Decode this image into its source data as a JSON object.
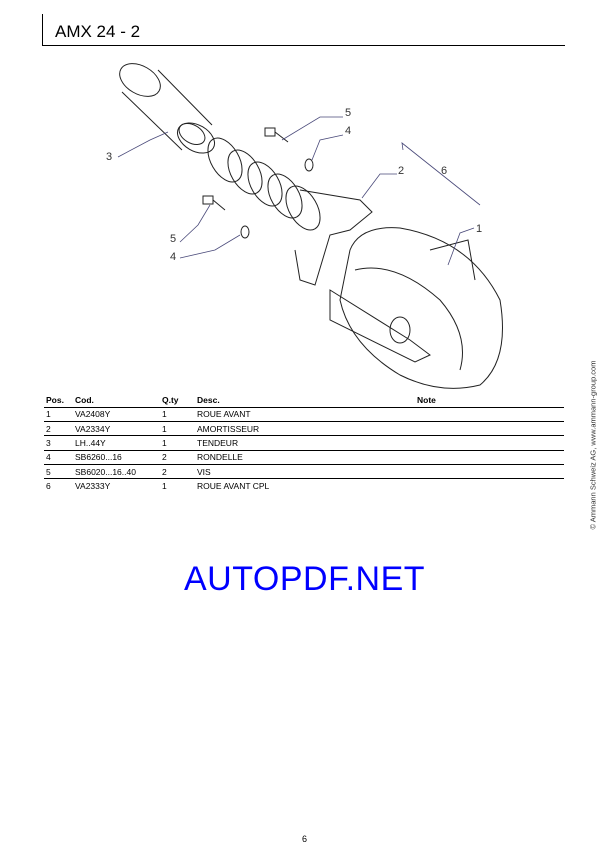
{
  "header": {
    "title": "AMX 24 - 2"
  },
  "drawing": {
    "callouts": [
      "3",
      "5",
      "4",
      "2",
      "6",
      "1",
      "5",
      "4"
    ]
  },
  "table": {
    "headers": [
      "Pos.",
      "Cod.",
      "Q.ty",
      "Desc.",
      "Note"
    ],
    "rows": [
      [
        "1",
        "VA2408Y",
        "1",
        "ROUE AVANT",
        ""
      ],
      [
        "2",
        "VA2334Y",
        "1",
        "AMORTISSEUR",
        ""
      ],
      [
        "3",
        "LH..44Y",
        "1",
        "TENDEUR",
        ""
      ],
      [
        "4",
        "SB6260...16",
        "2",
        "RONDELLE",
        ""
      ],
      [
        "5",
        "SB6020...16..40",
        "2",
        "VIS",
        ""
      ],
      [
        "6",
        "VA2333Y",
        "1",
        "ROUE AVANT CPL",
        ""
      ]
    ]
  },
  "watermark": "AUTOPDF.NET",
  "copyright": "© Ammann Schweiz AG, www.ammann-group.com",
  "page_number": "6"
}
